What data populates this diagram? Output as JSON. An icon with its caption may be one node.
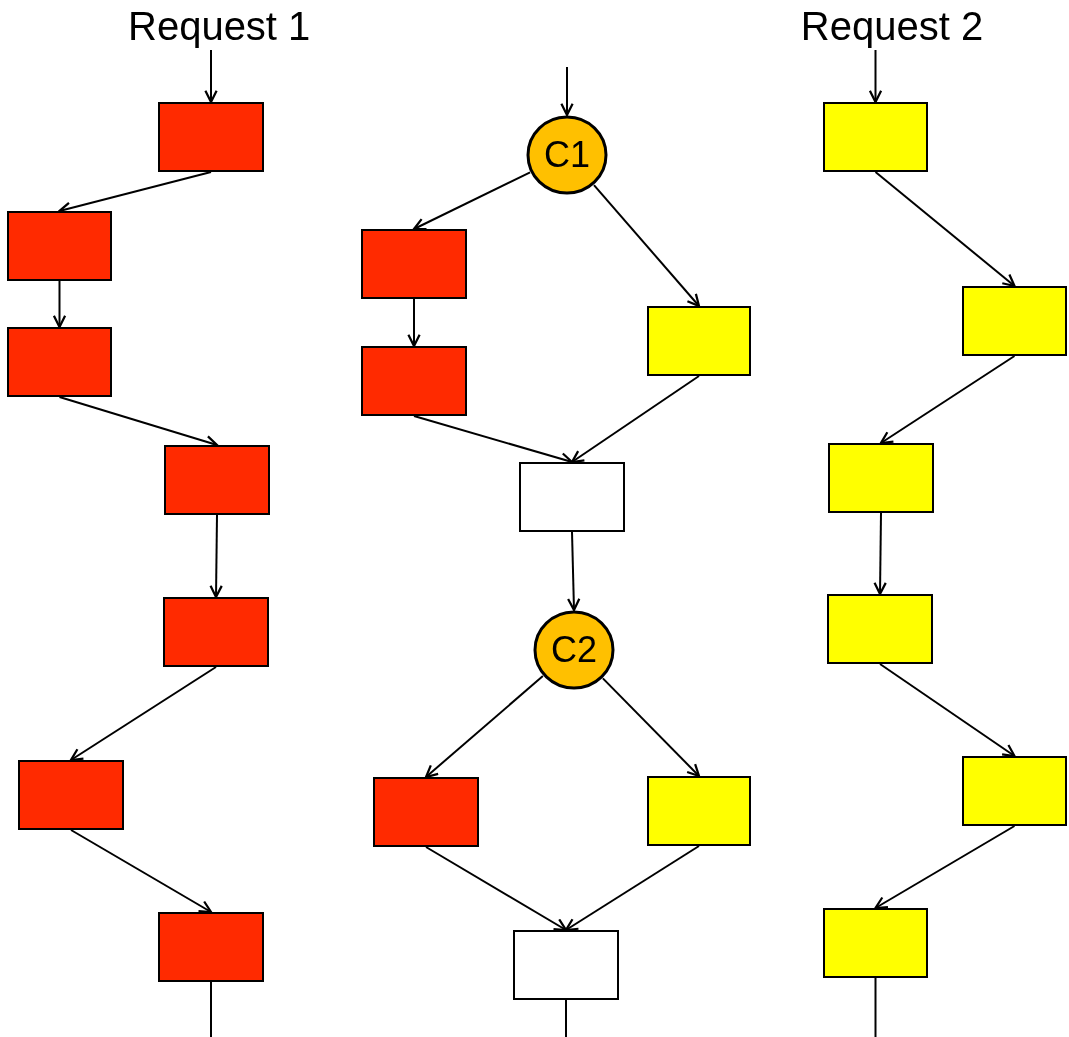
{
  "diagram": {
    "nodes": [
      {
        "text": [
          "Request 1"
        ]
      },
      {
        "text": [],
        "shape": "box"
      },
      {
        "text": [],
        "shape": "box"
      },
      {
        "text": [],
        "shape": "box"
      },
      {
        "text": [],
        "shape": "box"
      },
      {
        "text": [],
        "shape": "box"
      },
      {
        "text": [],
        "shape": "box"
      },
      {
        "text": [],
        "shape": "box"
      },
      {
        "text": [
          "C1"
        ]
      },
      {
        "text": [],
        "shape": "box"
      },
      {
        "text": [],
        "shape": "box"
      },
      {
        "text": [],
        "shape": "box"
      },
      {
        "text": [],
        "shape": "box"
      },
      {
        "text": [
          "C2"
        ]
      },
      {
        "text": [],
        "shape": "box"
      },
      {
        "text": [],
        "shape": "box"
      },
      {
        "text": [],
        "shape": "box"
      },
      {
        "text": [
          "Request 2"
        ]
      },
      {
        "text": [],
        "shape": "box"
      },
      {
        "text": [],
        "shape": "box"
      },
      {
        "text": [],
        "shape": "box"
      },
      {
        "text": [],
        "shape": "box"
      },
      {
        "text": [],
        "shape": "box"
      },
      {
        "text": [],
        "shape": "box"
      }
    ],
    "edges": [
      {
        "from": 0,
        "to": 1,
        "arrow": "to"
      },
      {
        "from": 1,
        "to": 2,
        "arrow": "to"
      },
      {
        "from": 2,
        "to": 3,
        "arrow": "to"
      },
      {
        "from": 3,
        "to": 4,
        "arrow": "to"
      },
      {
        "from": 4,
        "to": 5,
        "arrow": "to"
      },
      {
        "from": 5,
        "to": 6,
        "arrow": "to"
      },
      {
        "from": 6,
        "to": 7,
        "arrow": "to"
      },
      {
        "from": 7,
        "to": null,
        "arrow": "none"
      },
      {
        "from": null,
        "to": 8,
        "arrow": "to"
      },
      {
        "from": 8,
        "to": 9,
        "arrow": "to"
      },
      {
        "from": 8,
        "to": 11,
        "arrow": "to"
      },
      {
        "from": 9,
        "to": 10,
        "arrow": "to"
      },
      {
        "from": 10,
        "to": 12,
        "arrow": "to"
      },
      {
        "from": 11,
        "to": 12,
        "arrow": "to"
      },
      {
        "from": 12,
        "to": 13,
        "arrow": "to"
      },
      {
        "from": 13,
        "to": 14,
        "arrow": "to"
      },
      {
        "from": 13,
        "to": 15,
        "arrow": "to"
      },
      {
        "from": 14,
        "to": 16,
        "arrow": "to"
      },
      {
        "from": 15,
        "to": 16,
        "arrow": "to"
      },
      {
        "from": 16,
        "to": null,
        "arrow": "none"
      },
      {
        "from": 17,
        "to": 18,
        "arrow": "to"
      },
      {
        "from": 18,
        "to": 19,
        "arrow": "to"
      },
      {
        "from": 19,
        "to": 20,
        "arrow": "to"
      },
      {
        "from": 20,
        "to": 21,
        "arrow": "to"
      },
      {
        "from": 21,
        "to": 22,
        "arrow": "to"
      },
      {
        "from": 22,
        "to": 23,
        "arrow": "to"
      },
      {
        "from": 23,
        "to": null,
        "arrow": "none"
      }
    ]
  }
}
